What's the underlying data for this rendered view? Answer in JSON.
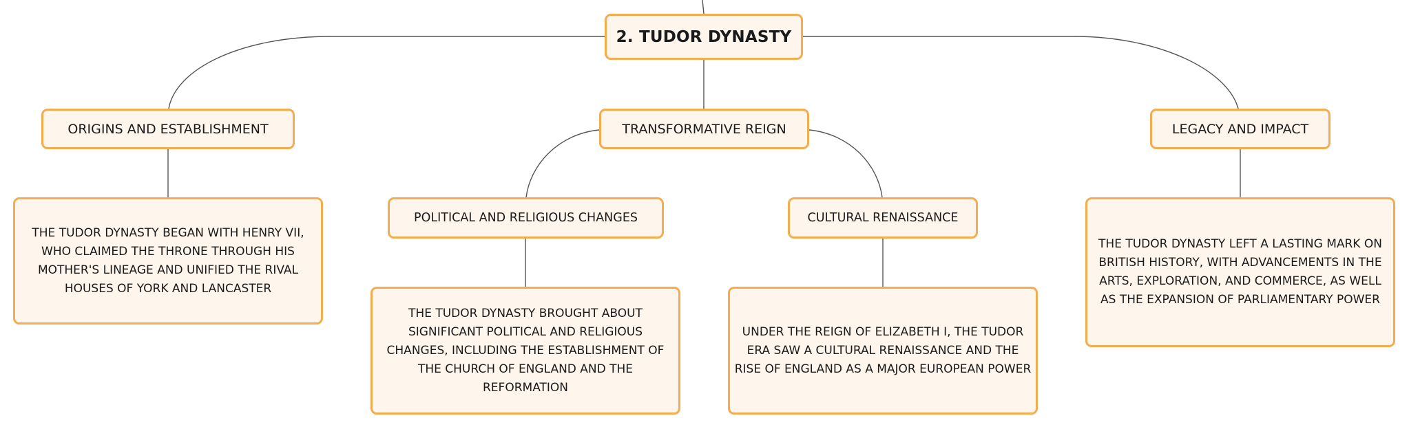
{
  "colors": {
    "node_fill": "#fef5ec",
    "node_border": "#f3ac4e",
    "connector": "#555555"
  },
  "mindmap": {
    "root": "2. TUDOR DYNASTY",
    "branches": {
      "origins": {
        "title": "ORIGINS AND ESTABLISHMENT",
        "detail": "THE TUDOR DYNASTY BEGAN WITH HENRY VII, WHO CLAIMED THE THRONE THROUGH HIS MOTHER'S LINEAGE AND UNIFIED THE RIVAL HOUSES OF YORK AND LANCASTER"
      },
      "reign": {
        "title": "TRANSFORMATIVE REIGN",
        "subtopics": {
          "political": {
            "title": "POLITICAL AND RELIGIOUS CHANGES",
            "detail": "THE TUDOR DYNASTY BROUGHT ABOUT SIGNIFICANT POLITICAL AND RELIGIOUS CHANGES, INCLUDING THE ESTABLISHMENT OF THE CHURCH OF ENGLAND AND THE REFORMATION"
          },
          "cultural": {
            "title": "CULTURAL RENAISSANCE",
            "detail": "UNDER THE REIGN OF ELIZABETH I, THE TUDOR ERA SAW A CULTURAL RENAISSANCE AND THE RISE OF ENGLAND AS A MAJOR EUROPEAN POWER"
          }
        }
      },
      "legacy": {
        "title": "LEGACY AND IMPACT",
        "detail": "THE TUDOR DYNASTY LEFT A LASTING MARK ON BRITISH HISTORY, WITH ADVANCEMENTS IN THE ARTS, EXPLORATION, AND COMMERCE, AS WELL AS THE EXPANSION OF PARLIAMENTARY POWER"
      }
    }
  }
}
